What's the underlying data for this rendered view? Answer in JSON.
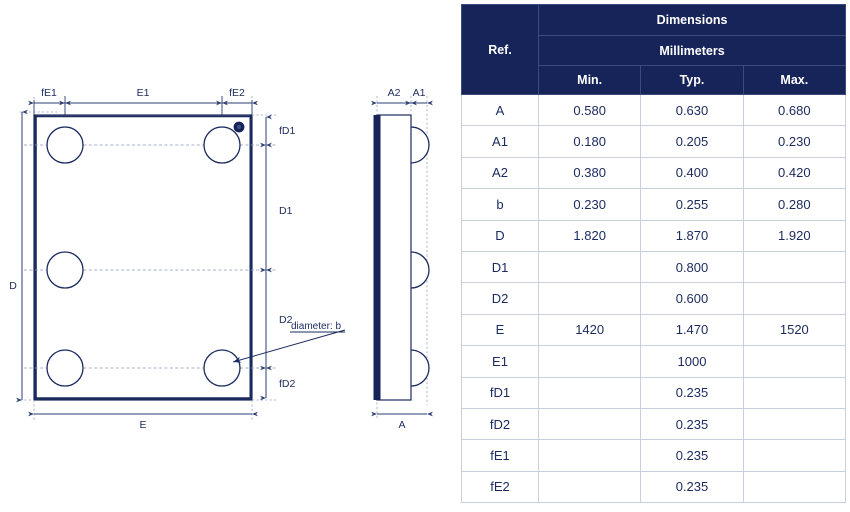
{
  "table": {
    "header": {
      "ref": "Ref.",
      "dimensions": "Dimensions",
      "units": "Millimeters",
      "min": "Min.",
      "typ": "Typ.",
      "max": "Max."
    },
    "rows": [
      {
        "ref": "A",
        "min": "0.580",
        "typ": "0.630",
        "max": "0.680"
      },
      {
        "ref": "A1",
        "min": "0.180",
        "typ": "0.205",
        "max": "0.230"
      },
      {
        "ref": "A2",
        "min": "0.380",
        "typ": "0.400",
        "max": "0.420"
      },
      {
        "ref": "b",
        "min": "0.230",
        "typ": "0.255",
        "max": "0.280"
      },
      {
        "ref": "D",
        "min": "1.820",
        "typ": "1.870",
        "max": "1.920"
      },
      {
        "ref": "D1",
        "min": "",
        "typ": "0.800",
        "max": ""
      },
      {
        "ref": "D2",
        "min": "",
        "typ": "0.600",
        "max": ""
      },
      {
        "ref": "E",
        "min": "1420",
        "typ": "1.470",
        "max": "1520"
      },
      {
        "ref": "E1",
        "min": "",
        "typ": "1000",
        "max": ""
      },
      {
        "ref": "fD1",
        "min": "",
        "typ": "0.235",
        "max": ""
      },
      {
        "ref": "fD2",
        "min": "",
        "typ": "0.235",
        "max": ""
      },
      {
        "ref": "fE1",
        "min": "",
        "typ": "0.235",
        "max": ""
      },
      {
        "ref": "fE2",
        "min": "",
        "typ": "0.235",
        "max": ""
      }
    ]
  },
  "top_view": {
    "labels": {
      "fE1": "fE1",
      "E1": "E1",
      "fE2": "fE2",
      "fD1": "fD1",
      "D1": "D1",
      "D2": "D2",
      "fD2": "fD2",
      "D": "D",
      "E": "E",
      "callout": "diameter: b"
    }
  },
  "side_view": {
    "labels": {
      "A2": "A2",
      "A1": "A1",
      "A": "A"
    }
  },
  "colors": {
    "header_navy": "#16245a",
    "line_navy": "#1b2a5e",
    "text_navy": "#1b2a5e",
    "grid_border": "#c8cfdf",
    "dim_line": "#2e3f73",
    "center_line": "#8a96b8",
    "body_fill": "#ffffff",
    "page_bg": "#ffffff"
  }
}
